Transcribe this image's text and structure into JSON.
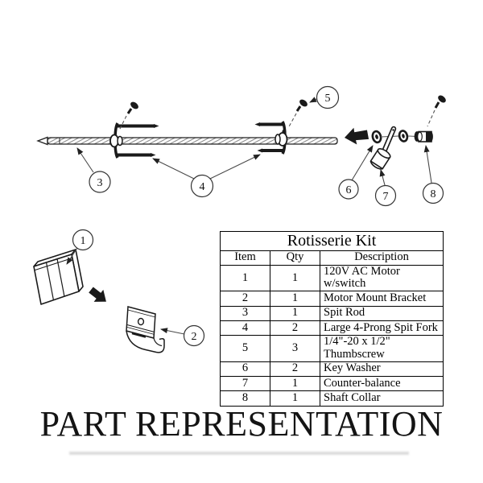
{
  "page": {
    "background": "#ffffff",
    "caption": "PART REPRESENTATION"
  },
  "parts_table": {
    "title": "Rotisserie Kit",
    "columns": [
      "Item",
      "Qty",
      "Description"
    ],
    "rows": [
      {
        "item": "1",
        "qty": "1",
        "description": "120V AC Motor w/switch"
      },
      {
        "item": "2",
        "qty": "1",
        "description": "Motor Mount Bracket"
      },
      {
        "item": "3",
        "qty": "1",
        "description": "Spit Rod"
      },
      {
        "item": "4",
        "qty": "2",
        "description": "Large 4-Prong Spit Fork"
      },
      {
        "item": "5",
        "qty": "3",
        "description": "1/4\"-20 x 1/2\" Thumbscrew"
      },
      {
        "item": "6",
        "qty": "2",
        "description": "Key Washer"
      },
      {
        "item": "7",
        "qty": "1",
        "description": "Counter-balance"
      },
      {
        "item": "8",
        "qty": "1",
        "description": "Shaft Collar"
      }
    ]
  },
  "diagram": {
    "callouts": [
      "1",
      "2",
      "3",
      "4",
      "5",
      "6",
      "7",
      "8"
    ],
    "icons": {
      "block-arrow-left": "◀",
      "block-arrow-down-right": "⬊"
    },
    "colors": {
      "ink": "#1a1a1a",
      "leader": "#4a4a4a",
      "paper": "#ffffff",
      "underline_smudge": "#dcdcdc"
    }
  }
}
